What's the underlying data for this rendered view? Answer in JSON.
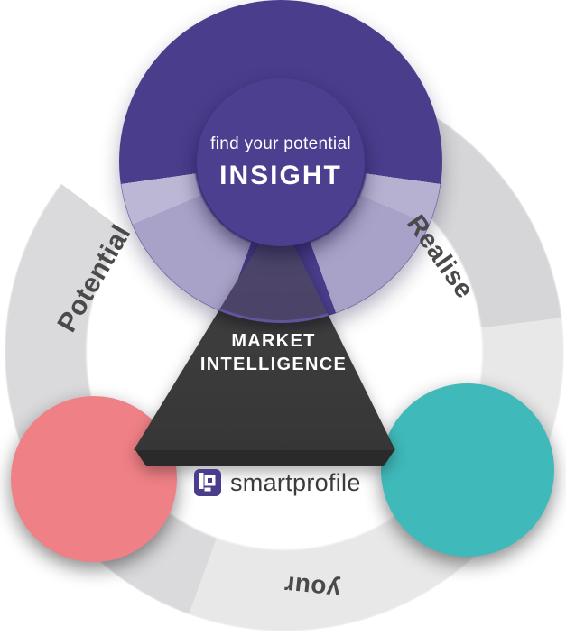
{
  "diagram": {
    "brand": {
      "name": "smartprofile"
    },
    "center_circle": {
      "subtitle": "find your potential",
      "title": "INSIGHT"
    },
    "triangle": {
      "line1": "MARKET",
      "line2": "INTELLIGENCE"
    },
    "ring_labels": {
      "left": "Potential",
      "right": "Realise",
      "bottom": "your"
    },
    "colors": {
      "purple": "#4a3d8c",
      "inner_purple": "#4c3f90",
      "overlap_light_purple": "#a8a2c8",
      "ring_gray": "#dcdcde",
      "ring_gray_light": "#e8e8e9",
      "pink": "#ef8086",
      "teal": "#3fb9ba",
      "triangle_dark": "#3d3d3d",
      "label_gray": "#4a4a4a",
      "text_white": "#ffffff"
    }
  }
}
